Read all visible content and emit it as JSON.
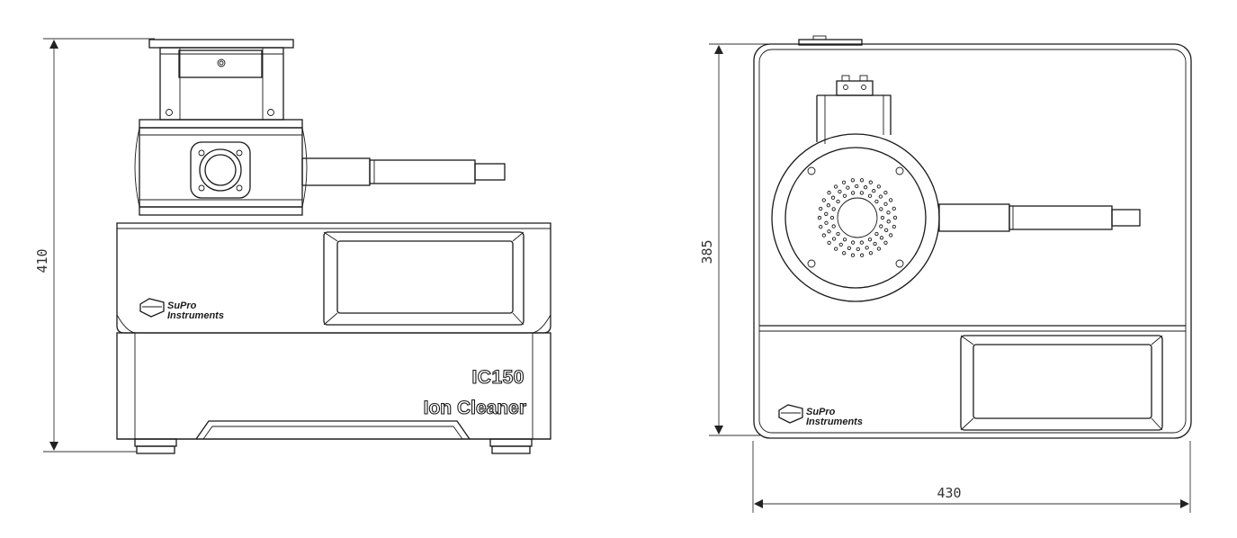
{
  "front_view": {
    "height_dimension": "410",
    "brand_line1": "SuPro",
    "brand_line2": "Instruments",
    "model": "IC150",
    "product_name": "Ion Cleaner"
  },
  "top_view": {
    "depth_dimension": "385",
    "width_dimension": "430",
    "brand_line1": "SuPro",
    "brand_line2": "Instruments"
  }
}
